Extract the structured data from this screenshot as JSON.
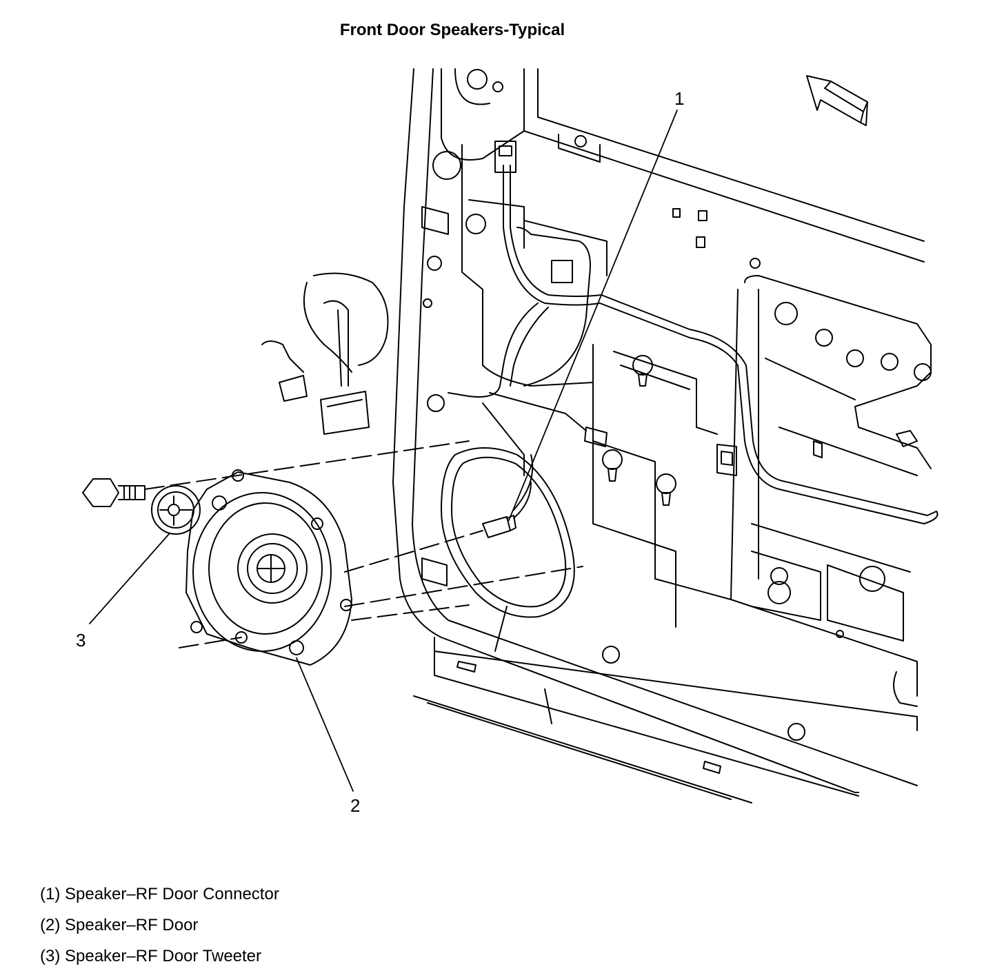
{
  "title": "Front Door Speakers-Typical",
  "callouts": {
    "c1": "1",
    "c2": "2",
    "c3": "3"
  },
  "legend": [
    "(1) Speaker–RF Door Connector",
    "(2) Speaker–RF Door",
    "(3) Speaker–RF Door Tweeter"
  ]
}
